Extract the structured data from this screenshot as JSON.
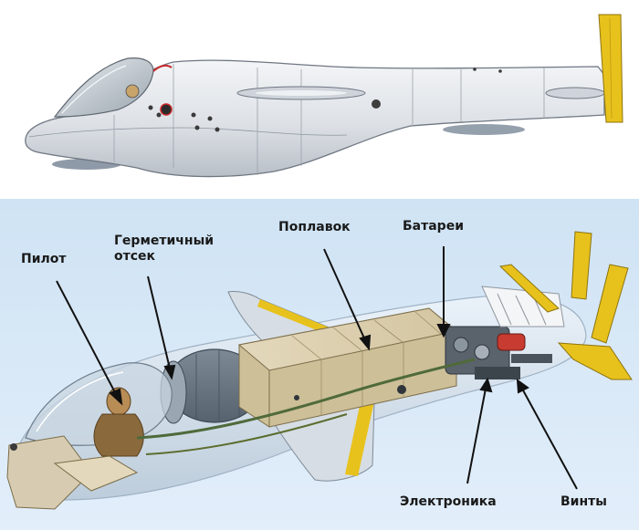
{
  "colors": {
    "background_top": "#ffffff",
    "background_bottom": "#d6e8f6",
    "hull": "#dfe3e8",
    "fin": "#e8c21c",
    "float": "#dccfae",
    "label_text": "#1a1a1a"
  },
  "labels": {
    "pilot": "Пилот",
    "sealed_line1": "Герметичный",
    "sealed_line2": "отсек",
    "float": "Поплавок",
    "batteries": "Батареи",
    "electronics": "Электроника",
    "propellers": "Винты"
  }
}
